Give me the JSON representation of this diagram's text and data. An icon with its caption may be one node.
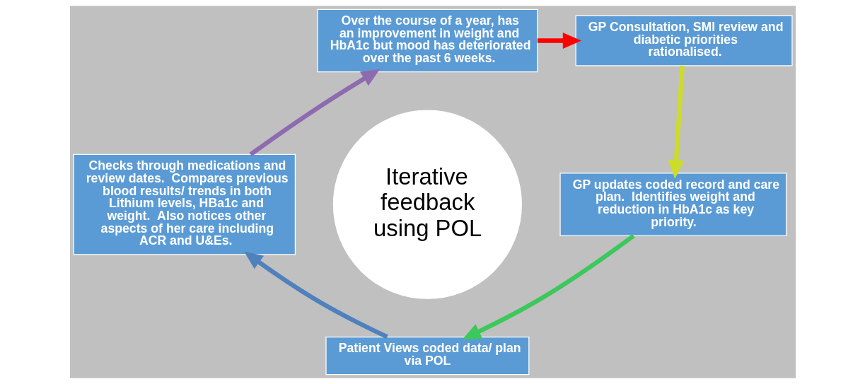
{
  "diagram": {
    "nodes": [
      {
        "text": [
          "Over the course of a year, has an improvement in weight and HbA1c but mood has deteriorated over the past 6 weeks."
        ]
      },
      {
        "text": [
          "GP Consultation, SMI review and diabetic priorities rationalised."
        ]
      },
      {
        "text": [
          "GP updates coded record and care plan.  Identifies weight and reduction in HbA1c as key priority."
        ]
      },
      {
        "text": [
          "Patient Views coded data/ plan via POL"
        ]
      },
      {
        "text": [
          "Checks through medications and review dates.  Compares previous blood results/ trends in both Lithium levels, HBa1c and weight.  Also notices other aspects of her care including ACR and U&Es."
        ]
      },
      {
        "text": [
          "Iterative feedback using POL"
        ]
      }
    ],
    "edges": [
      {
        "from": 0,
        "to": 1,
        "arrow": "to",
        "color": "#ff0000"
      },
      {
        "from": 1,
        "to": 2,
        "arrow": "to",
        "color": "#cddc29"
      },
      {
        "from": 2,
        "to": 3,
        "arrow": "to",
        "color": "#3cc85a"
      },
      {
        "from": 3,
        "to": 4,
        "arrow": "to",
        "color": "#4f81bd"
      },
      {
        "from": 4,
        "to": 0,
        "arrow": "to",
        "color": "#8e6bb0"
      }
    ]
  }
}
